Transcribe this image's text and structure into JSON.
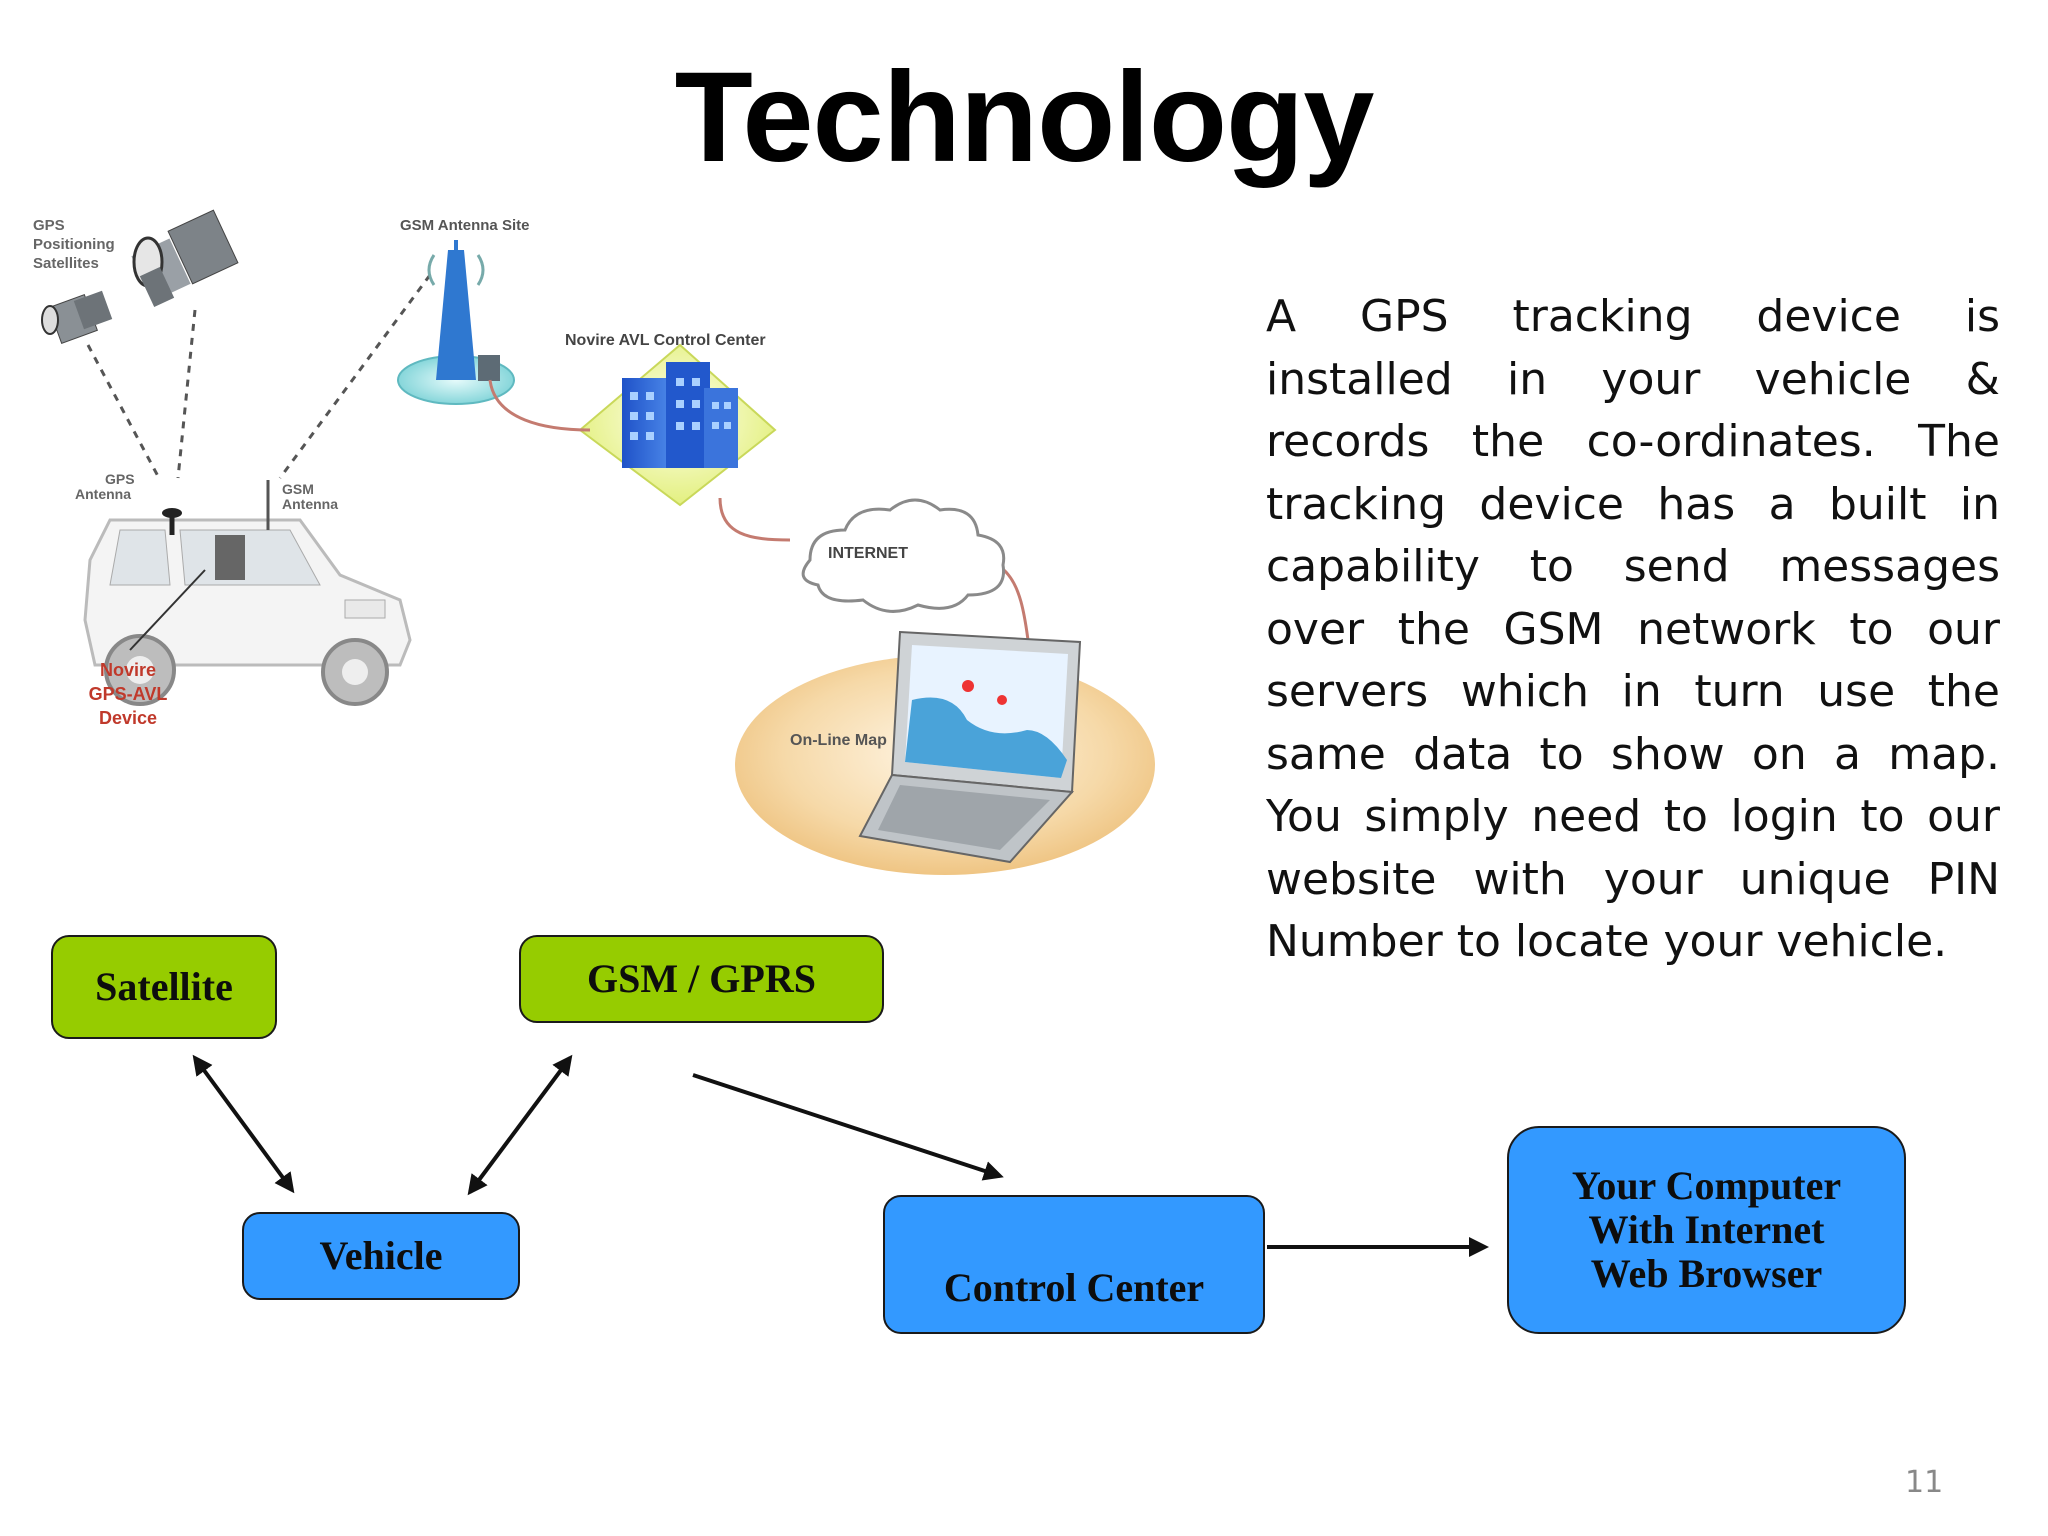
{
  "slide": {
    "title": "Technology",
    "description": "A GPS tracking device is installed in your vehicle & records the co-ordinates. The tracking device has a built in capability to send messages over the GSM network to our servers which in turn use the same data to show on a map. You simply need to login to our website with your unique PIN Number to locate your vehicle.",
    "page_number": "11"
  },
  "illustration": {
    "gps_label": "GPS",
    "positioning_label": "Positioning",
    "satellites_label": "Satellites",
    "gsm_site_label": "GSM Antenna Site",
    "control_center_label": "Novire AVL Control Center",
    "gps_antenna_1": "GPS",
    "gps_antenna_2": "Antenna",
    "gsm_antenna_1": "GSM",
    "gsm_antenna_2": "Antenna",
    "internet_label": "INTERNET",
    "device_1": "Novire",
    "device_2": "GPS-AVL",
    "device_3": "Device",
    "map_label": "On-Line Map"
  },
  "flow": {
    "satellite": "Satellite",
    "gsm_gprs": "GSM / GPRS",
    "vehicle": "Vehicle",
    "control_center": "Control Center",
    "computer_line1": "Your Computer",
    "computer_line2": "With Internet",
    "computer_line3": "Web Browser"
  },
  "colors": {
    "green_box": "#96cc00",
    "blue_box": "#3399ff",
    "device_label": "#c0392b"
  }
}
